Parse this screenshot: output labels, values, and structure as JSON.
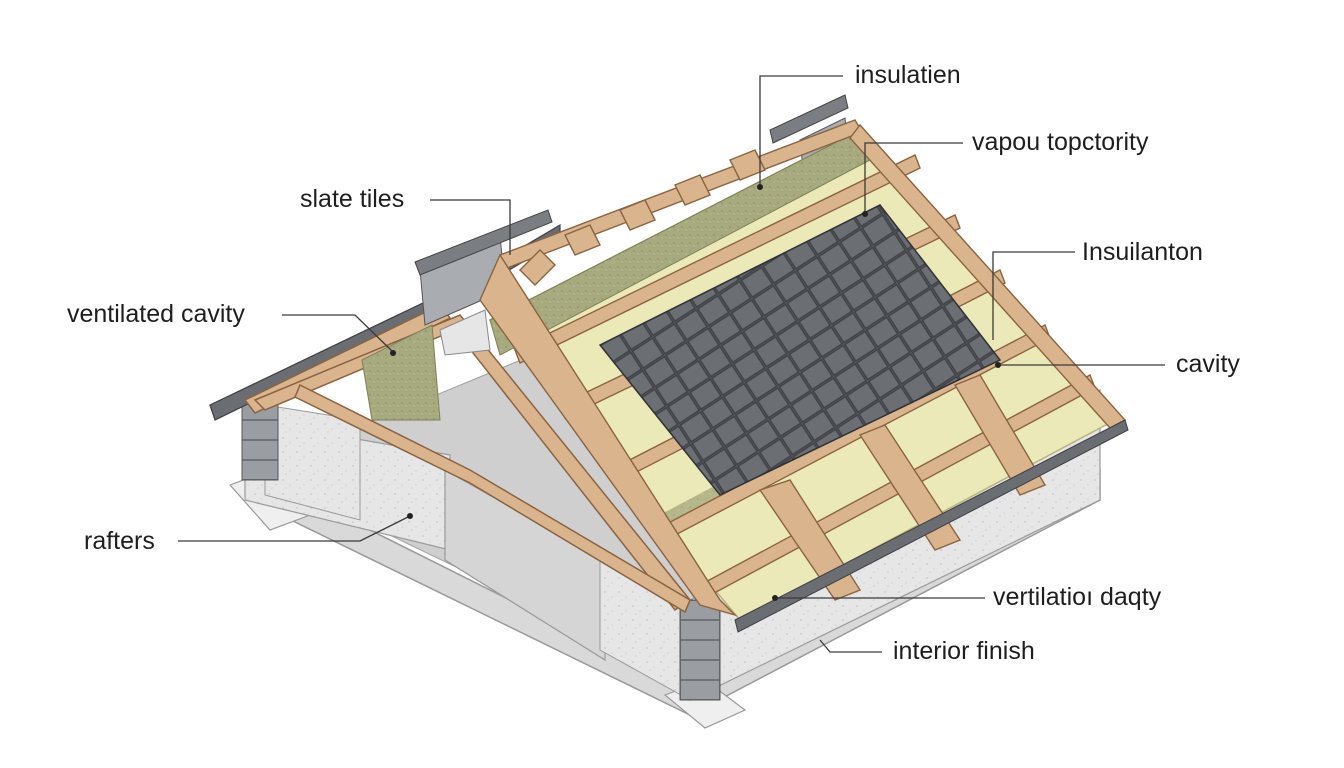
{
  "labels": {
    "insulation_top": "insulatien",
    "vapour": "vapou topctority",
    "slate_tiles": "slate tiles",
    "insulation_right": "Insuilanton",
    "ventilated_cavity": "ventilated cavity",
    "cavity": "cavity",
    "rafters": "rafters",
    "ventilation_cavity": "vertilatioı daqty",
    "interior_finish": "interior finish"
  },
  "colors": {
    "timber": "#d9b48c",
    "timber_edge": "#8a6442",
    "insulation": "#ece9b8",
    "insulation_green": "#a3a67a",
    "slate": "#5e6166",
    "concrete": "#e4e4e4",
    "block": "#8f9296",
    "leader": "#3a3a3a"
  }
}
